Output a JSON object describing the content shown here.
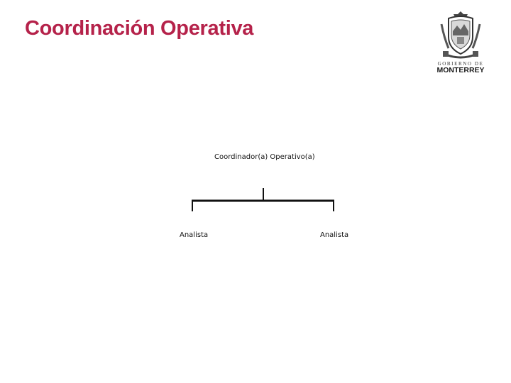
{
  "header": {
    "title": "Coordinación Operativa",
    "title_color": "#b5224a"
  },
  "logo": {
    "line1": "GOBIERNO DE",
    "line2": "MONTERREY"
  },
  "org_chart": {
    "root": "Coordinador(a) Operativo(a)",
    "children": [
      "Analista",
      "Analista"
    ]
  }
}
